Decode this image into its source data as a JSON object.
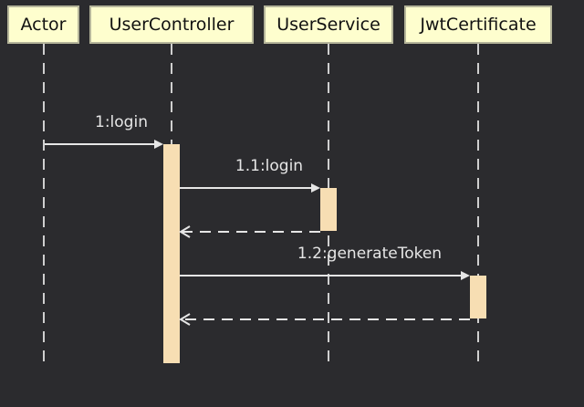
{
  "colors": {
    "background": "#2b2b2e",
    "participant_fill": "#fefece",
    "participant_border": "#b5b59a",
    "lifeline": "#cfcfcf",
    "activation": "#f7deb3",
    "arrow": "#e6e6e6"
  },
  "participants": [
    {
      "id": "actor",
      "label": "Actor"
    },
    {
      "id": "user-controller",
      "label": "UserController"
    },
    {
      "id": "user-service",
      "label": "UserService"
    },
    {
      "id": "jwt-certificate",
      "label": "JwtCertificate"
    }
  ],
  "messages": [
    {
      "label": "1:login",
      "from": "actor",
      "to": "user-controller",
      "kind": "call"
    },
    {
      "label": "1.1:login",
      "from": "user-controller",
      "to": "user-service",
      "kind": "call"
    },
    {
      "label": "",
      "from": "user-service",
      "to": "user-controller",
      "kind": "return"
    },
    {
      "label": "1.2:generateToken",
      "from": "user-controller",
      "to": "jwt-certificate",
      "kind": "call"
    },
    {
      "label": "",
      "from": "jwt-certificate",
      "to": "user-controller",
      "kind": "return"
    }
  ]
}
